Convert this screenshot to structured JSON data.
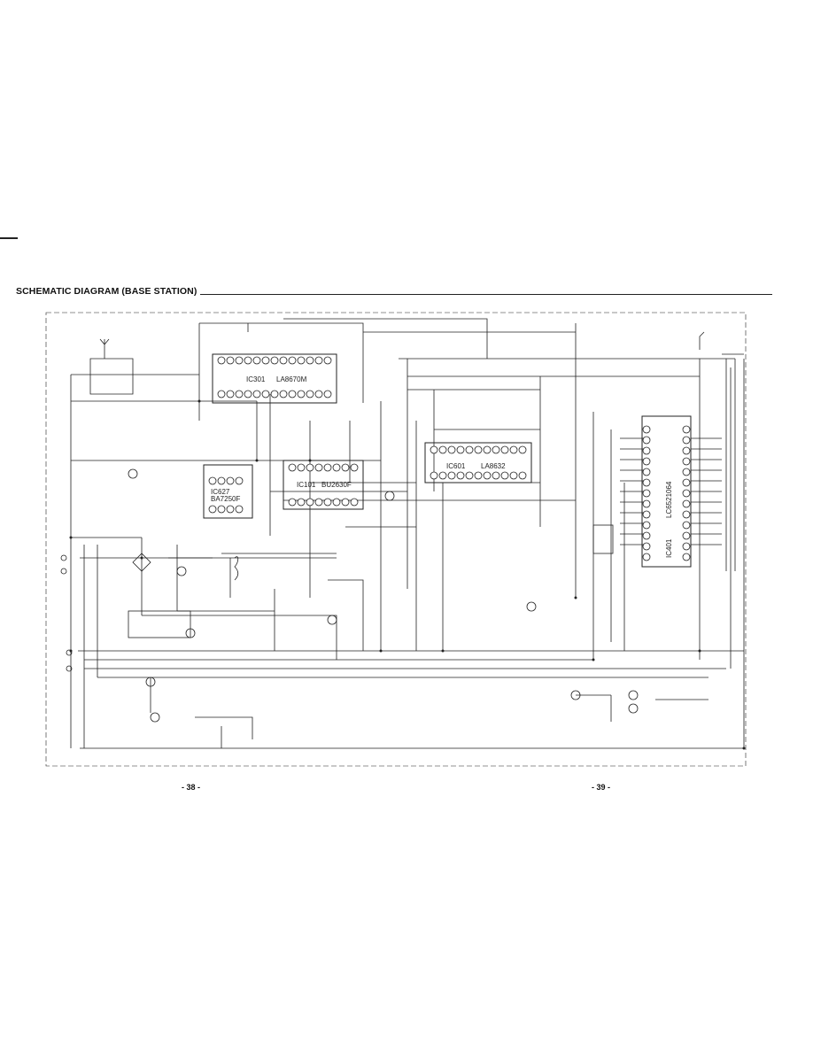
{
  "page": {
    "title": "SCHEMATIC DIAGRAM (BASE STATION)",
    "page_left": "- 38 -",
    "page_right": "- 39 -"
  },
  "ic_labels": {
    "ic301": "IC301",
    "ic301_part": "LA8670M",
    "ic101": "IC101",
    "ic101_part": "BU2630F",
    "ic601": "IC601",
    "ic601_part": "LA8632",
    "ic401": "IC401",
    "ic401_part": "LC6521064",
    "ic27": "IC627",
    "ic27_part": "BA7250F"
  },
  "colors": {
    "ink": "#111111",
    "paper": "#ffffff"
  }
}
